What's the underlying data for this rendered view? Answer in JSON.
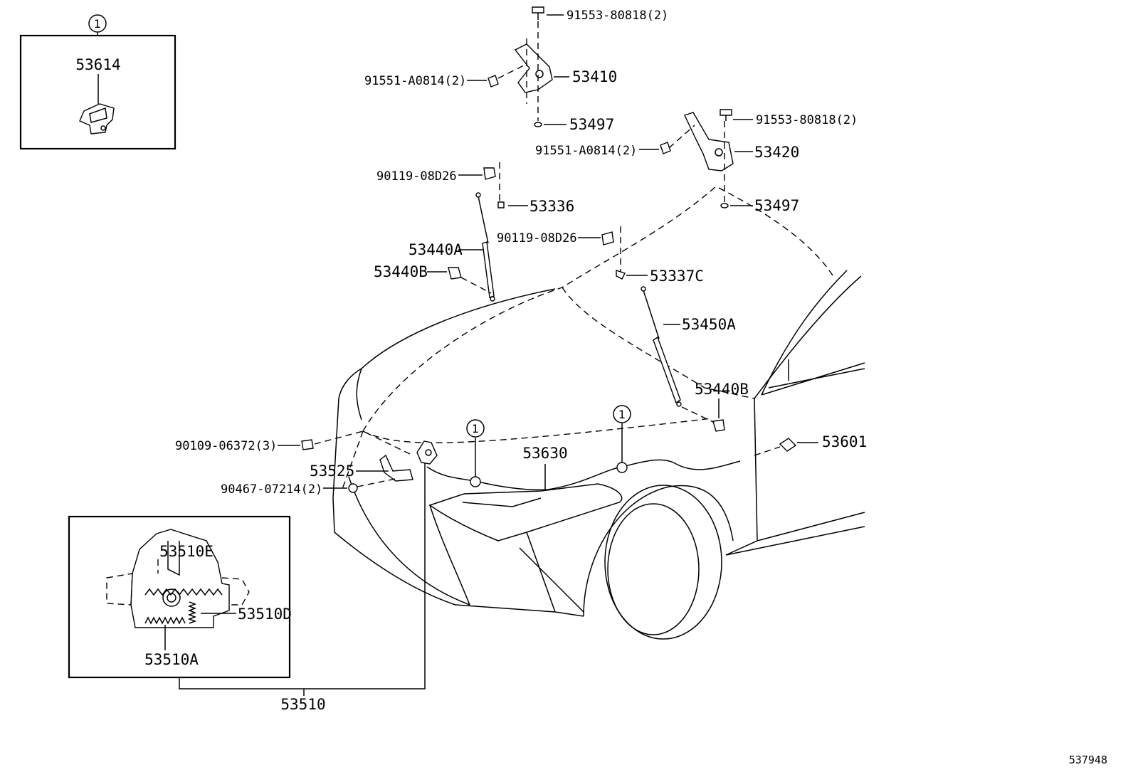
{
  "diagram_id": "537948",
  "callout_marker": "1",
  "inset_box_1": {
    "marker": "1",
    "part": "53614"
  },
  "inset_box_2": {
    "parts": [
      "53510E",
      "53510D",
      "53510A"
    ]
  },
  "labels": {
    "p_91553_top": "91553-80818(2)",
    "p_53410": "53410",
    "p_91551_top": "91551-A0814(2)",
    "p_53497_top": "53497",
    "p_91553_right": "91553-80818(2)",
    "p_91551_right": "91551-A0814(2)",
    "p_53420": "53420",
    "p_53497_right": "53497",
    "p_90119_a": "90119-08D26",
    "p_53336": "53336",
    "p_53440A": "53440A",
    "p_53440B_left": "53440B",
    "p_90119_b": "90119-08D26",
    "p_53337C": "53337C",
    "p_53450A": "53450A",
    "p_53440B_right": "53440B",
    "p_90109": "90109-06372(3)",
    "p_53525": "53525",
    "p_90467": "90467-07214(2)",
    "p_53630": "53630",
    "p_53601": "53601",
    "p_53510": "53510"
  }
}
